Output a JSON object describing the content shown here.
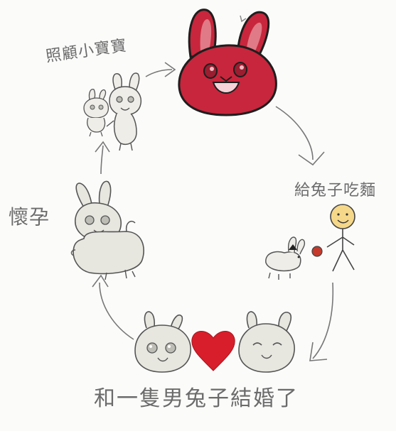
{
  "labels": {
    "feed_babies": "照顧小寶寶",
    "feed_person": "給兔子吃麵",
    "pregnant": "懷孕",
    "married": "和一隻男兔子結婚了"
  },
  "colors": {
    "paper": "#fbfbfa",
    "pencil": "#6b6b6b",
    "rabbit_red": "#c8263c",
    "heart_red": "#d81e2a",
    "rabbit_fill": "#e7e6df",
    "face_yellow": "#f6d88a",
    "ball_red": "#c53a2a"
  },
  "stages": [
    {
      "name": "red-rabbit-head"
    },
    {
      "name": "person-feeding-rabbit"
    },
    {
      "name": "married-couple"
    },
    {
      "name": "pregnant-rabbit"
    },
    {
      "name": "rabbit-with-baby"
    }
  ]
}
